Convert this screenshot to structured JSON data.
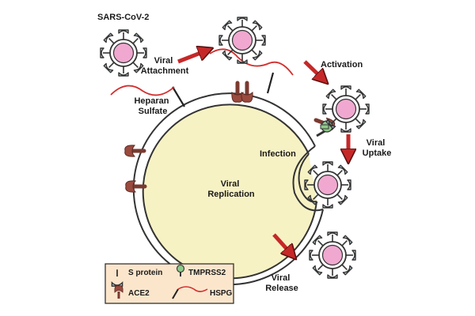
{
  "diagram": {
    "title": "SARS-CoV-2",
    "labels": {
      "attachment": [
        "Viral",
        "Attachment"
      ],
      "heparan": [
        "Heparan",
        "Sulfate"
      ],
      "activation": "Activation",
      "infection": "Infection",
      "uptake": [
        "Viral",
        "Uptake"
      ],
      "replication": [
        "Viral",
        "Replication"
      ],
      "release": [
        "Viral",
        "Release"
      ]
    },
    "legend": {
      "s_protein": "S protein",
      "tmprss2": "TMPRSS2",
      "ace2": "ACE2",
      "hspg": "HSPG"
    },
    "colors": {
      "cell_fill": "#f7f2c4",
      "virus_core": "#f0a8d0",
      "spike": "#cfe3ea",
      "ace2": "#9b4a3e",
      "tmprss2": "#8fc98a",
      "arrow": "#c62828",
      "hspg_chain": "#d32f2f",
      "legend_bg": "#fbe6cc"
    }
  }
}
